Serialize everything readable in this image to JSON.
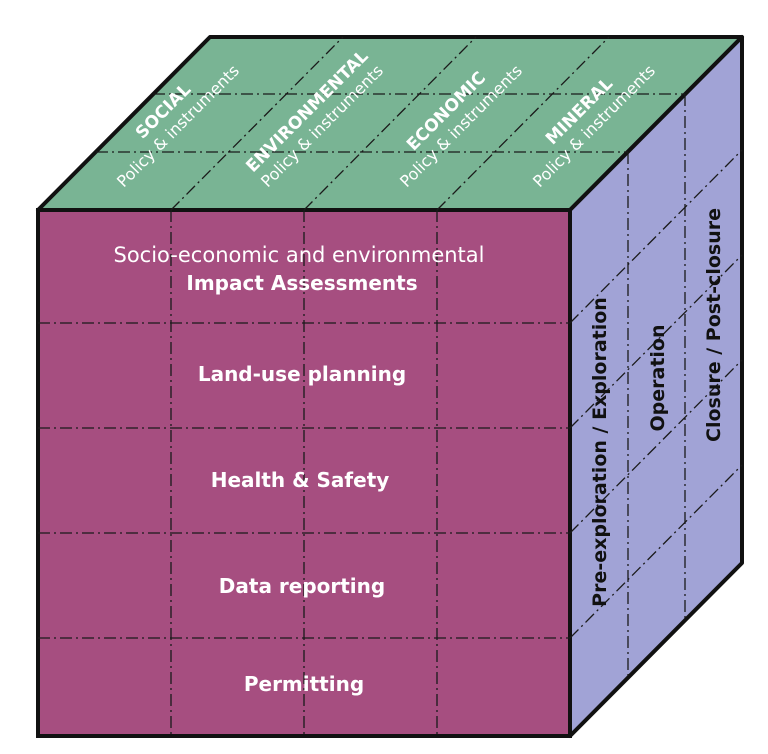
{
  "colors": {
    "front": "#a64e80",
    "top": "#79b494",
    "side": "#a1a3d6",
    "edge": "#111111",
    "grid": "#1a1a1a",
    "front_text": "#ffffff",
    "top_text": "#ffffff",
    "side_text": "#111111"
  },
  "top_face": {
    "policies": [
      {
        "title": "SOCIAL",
        "subtitle": "Policy & instruments"
      },
      {
        "title": "ENVIRONMENTAL",
        "subtitle": "Policy & instruments"
      },
      {
        "title": "ECONOMIC",
        "subtitle": "Policy & instruments"
      },
      {
        "title": "MINERAL",
        "subtitle": "Policy & instruments"
      }
    ]
  },
  "front_face": {
    "rows": [
      {
        "line1": "Socio-economic and environmental",
        "line2": "Impact Assessments"
      },
      {
        "line1": "",
        "line2": "Land-use planning"
      },
      {
        "line1": "",
        "line2": "Health & Safety"
      },
      {
        "line1": "",
        "line2": "Data reporting"
      },
      {
        "line1": "",
        "line2": "Permitting"
      }
    ]
  },
  "side_face": {
    "phases": [
      "Pre-exploration / Exploration",
      "Operation",
      "Closure / Post-closure"
    ]
  }
}
